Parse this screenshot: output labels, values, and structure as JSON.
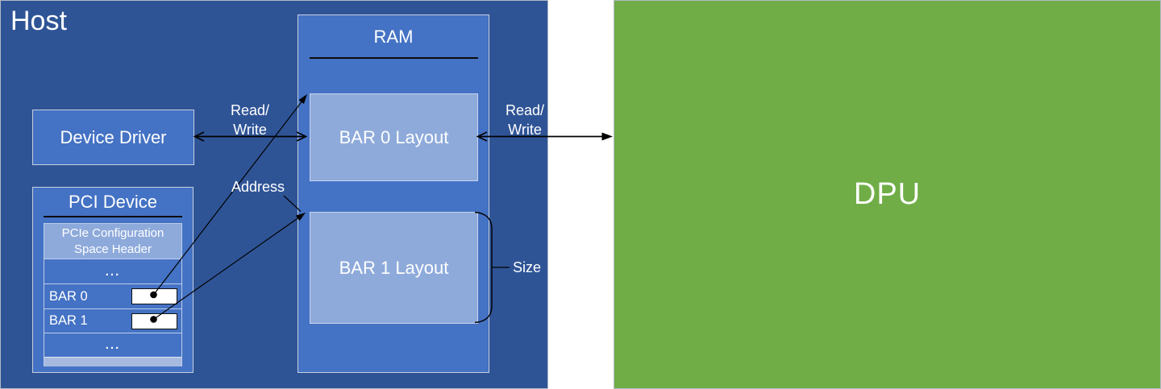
{
  "host": {
    "title": "Host",
    "device_driver": {
      "label": "Device Driver"
    },
    "pci_device": {
      "title": "PCI Device",
      "rows": [
        {
          "label": "PCIe Configuration Space Header"
        },
        {
          "label": "..."
        },
        {
          "label": "BAR 0"
        },
        {
          "label": "BAR 1"
        },
        {
          "label": "..."
        }
      ]
    },
    "ram": {
      "title": "RAM",
      "regions": [
        {
          "label": "BAR 0 Layout"
        },
        {
          "label": "BAR 1 Layout"
        }
      ]
    }
  },
  "dpu": {
    "label": "DPU"
  },
  "annotations": {
    "read_write_host": "Read/\nWrite",
    "read_write_dpu": "Read/\nWrite",
    "address": "Address",
    "size": "Size"
  },
  "colors": {
    "host_bg": "#2F5496",
    "box_fill": "#4472C4",
    "region_fill": "#8EAADB",
    "table_footer_fill": "#A6BAE0",
    "dpu_fill": "#70AD47",
    "text": "#FFFFFF",
    "line": "#000000"
  }
}
